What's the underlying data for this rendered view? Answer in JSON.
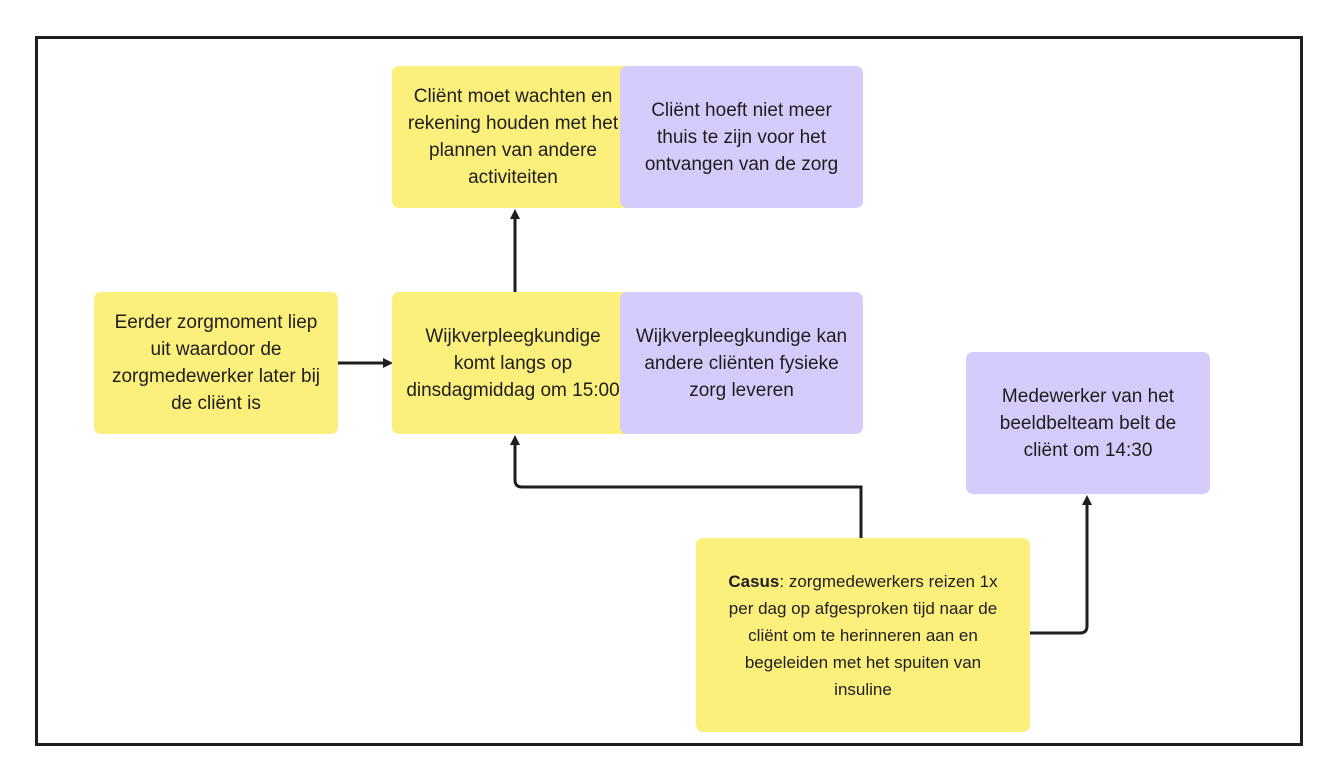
{
  "colors": {
    "yellow_note": "#fbf07c",
    "purple_note": "#d6ccfb",
    "line": "#1e1e1e"
  },
  "notes": {
    "client_waits": "Cliënt moet wachten en rekening houden met het plannen van andere activiteiten",
    "client_no_need_home": "Cliënt hoeft niet meer thuis te zijn voor het ontvangen van de zorg",
    "earlier_moment": "Eerder zorgmoment liep uit waardoor de zorgmedewerker later bij de cliënt is",
    "nurse_visits": "Wijkverpleegkundige komt langs op dinsdagmiddag om 15:00",
    "nurse_other_clients": "Wijkverpleegkundige kan andere cliënten fysieke zorg leveren",
    "video_team_calls": "Medewerker van het beeldbelteam belt de cliënt om 14:30",
    "casus_label": "Casus",
    "casus_text": ": zorgmedewerkers reizen 1x per dag op afgesproken tijd naar de cliënt om te herinneren aan en begeleiden met het spuiten van insuline"
  }
}
